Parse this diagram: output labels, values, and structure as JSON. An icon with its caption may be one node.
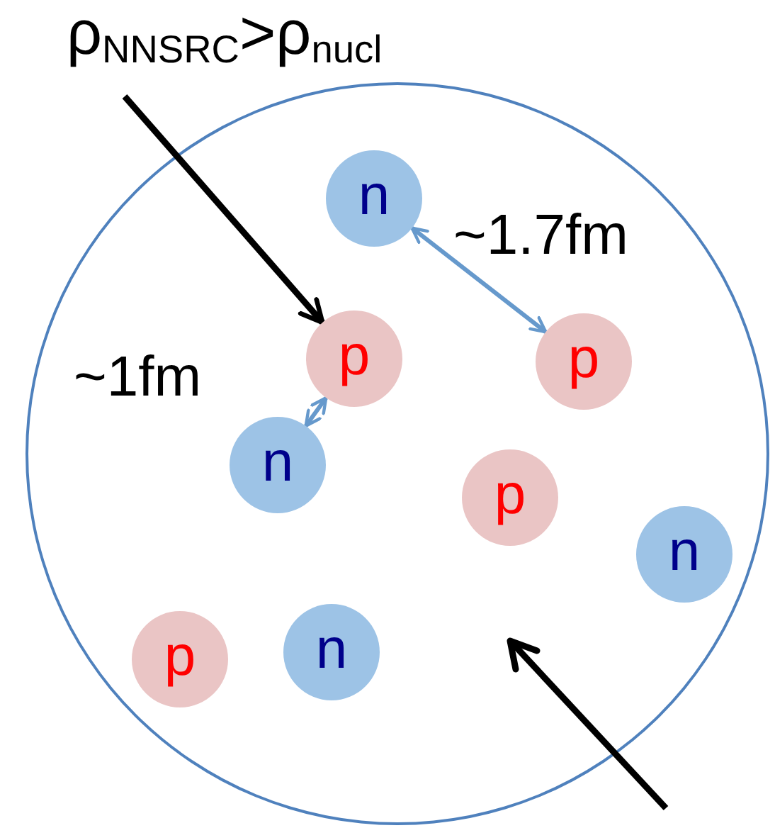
{
  "diagram": {
    "nodes": [
      {
        "text": [],
        "shape": "circle"
      },
      {
        "text": [
          "ρ$_{NNSRC}$>ρ$_{nucl}$"
        ]
      },
      {
        "text": [
          "n"
        ],
        "in": 0
      },
      {
        "text": [
          "p"
        ],
        "in": 0
      },
      {
        "text": [
          "p"
        ],
        "in": 0
      },
      {
        "text": [
          "n"
        ],
        "in": 0
      },
      {
        "text": [
          "p"
        ],
        "in": 0
      },
      {
        "text": [
          "n"
        ],
        "in": 0
      },
      {
        "text": [
          "p"
        ],
        "in": 0
      },
      {
        "text": [
          "n"
        ],
        "in": 0
      }
    ],
    "edges": [
      {
        "from": 1,
        "to": 3,
        "arrow": "to",
        "color": "#000000"
      },
      {
        "from": 2,
        "to": 4,
        "arrow": "both",
        "label": "~1.7fm",
        "color": "#6699cc"
      },
      {
        "from": 5,
        "to": 3,
        "arrow": "both",
        "label": "~1fm",
        "color": "#6699cc"
      }
    ]
  }
}
